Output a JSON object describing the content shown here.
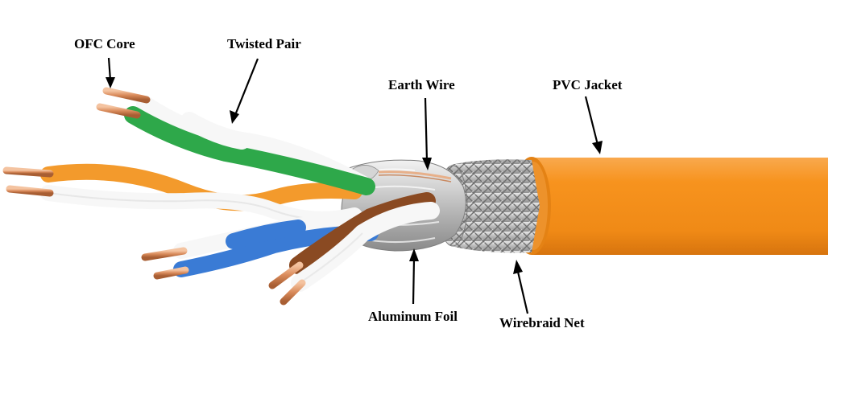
{
  "labels": {
    "ofc_core": "OFC Core",
    "twisted_pair": "Twisted Pair",
    "earth_wire": "Earth Wire",
    "pvc_jacket": "PVC Jacket",
    "aluminum_foil": "Aluminum Foil",
    "wirebraid_net": "Wirebraid Net"
  },
  "colors": {
    "jacket": "#F7931E",
    "copper": "#D98A5A",
    "green": "#2EA84A",
    "orange_wire": "#F39A2C",
    "blue": "#3A7BD5",
    "brown": "#8A4A22",
    "foil": "#C8C8C8"
  }
}
